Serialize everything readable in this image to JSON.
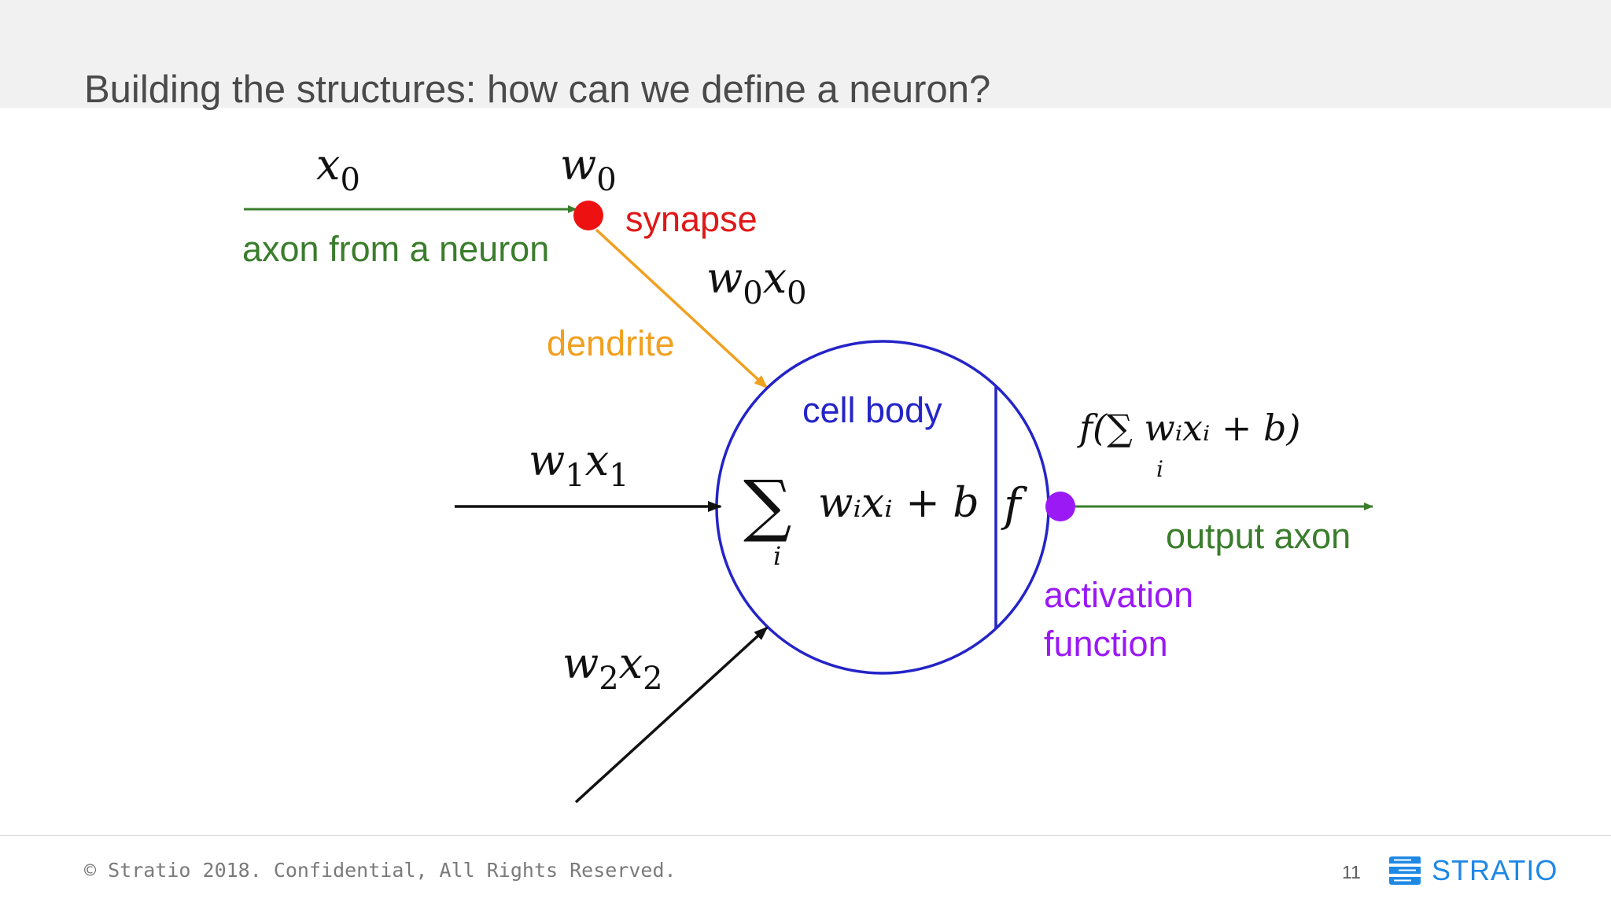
{
  "slide": {
    "title": "Building the structures: how can we define a neuron?",
    "page_number": "11"
  },
  "footer": {
    "copyright": "© Stratio 2018. Confidential, All Rights Reserved.",
    "logo_text": "STRATIO"
  },
  "diagram": {
    "labels": {
      "x0": "x",
      "x0_sub": "0",
      "w0": "w",
      "w0_sub": "0",
      "synapse": "synapse",
      "axon_from": "axon from a neuron",
      "w0x0_w": "w",
      "w0x0_wsub": "0",
      "w0x0_x": "x",
      "w0x0_xsub": "0",
      "dendrite": "dendrite",
      "cell_body": "cell body",
      "w1x1_w": "w",
      "w1x1_wsub": "1",
      "w1x1_x": "x",
      "w1x1_xsub": "1",
      "w2x2_w": "w",
      "w2x2_wsub": "2",
      "w2x2_x": "x",
      "w2x2_xsub": "2",
      "sum_symbol": "∑",
      "sum_index": "i",
      "sum_expr": "wᵢxᵢ + b",
      "f": "f",
      "output_formula": "f(∑ wᵢxᵢ + b)",
      "output_sum_index": "i",
      "output_axon": "output axon",
      "activation_1": "activation",
      "activation_2": "function"
    },
    "colors": {
      "axon_green": "#3a7d2c",
      "synapse_red": "#ee1111",
      "dendrite_orange": "#f0a020",
      "cell_blue": "#2424c8",
      "activation_purple": "#9b19f5",
      "black": "#111111"
    }
  }
}
